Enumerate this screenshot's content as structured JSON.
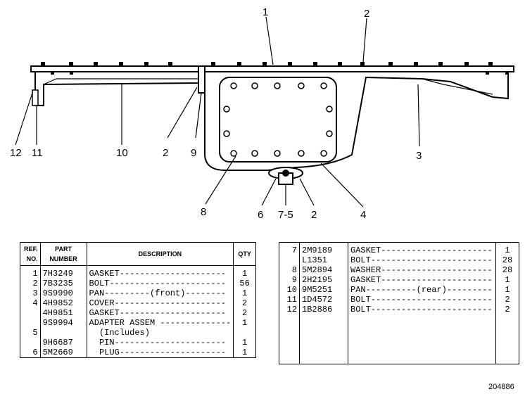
{
  "figure_number": "204886",
  "callouts": {
    "c1": "1",
    "c2a": "2",
    "c3": "3",
    "c2b": "2",
    "c9": "9",
    "c10": "10",
    "c11": "11",
    "c12": "12",
    "c8": "8",
    "c6": "6",
    "c75": "7-5",
    "c2c": "2",
    "c4": "4"
  },
  "left_table": {
    "headers": {
      "ref": "REF. NO.",
      "part": "PART NUMBER",
      "desc": "DESCRIPTION",
      "qty": "QTY"
    },
    "rows": [
      {
        "ref": "1",
        "part": "7H3249",
        "desc": "GASKET---------------------",
        "qty": "1"
      },
      {
        "ref": "2",
        "part": "7B3235",
        "desc": "BOLT-----------------------",
        "qty": "56"
      },
      {
        "ref": "3",
        "part": "9S9990",
        "desc": "PAN---------(front)--------",
        "qty": "1"
      },
      {
        "ref": "4",
        "part": "4H9852",
        "desc": "COVER----------------------",
        "qty": "2"
      },
      {
        "ref": "",
        "part": "4H9851",
        "desc": "GASKET---------------------",
        "qty": "2"
      },
      {
        "ref": "",
        "part": "9S9994",
        "desc": "ADAPTER ASSEM --------------",
        "qty": "1"
      },
      {
        "ref": "5",
        "part": "",
        "desc": "  (Includes)",
        "qty": ""
      },
      {
        "ref": "",
        "part": "9H6687",
        "desc": "  PIN----------------------",
        "qty": "1"
      },
      {
        "ref": "6",
        "part": "5M2669",
        "desc": "  PLUG---------------------",
        "qty": "1"
      }
    ]
  },
  "right_table": {
    "rows": [
      {
        "ref": "7",
        "part": "2M9189",
        "desc": "GASKET----------------------",
        "qty": "1"
      },
      {
        "ref": "",
        "part": "L1351",
        "desc": "BOLT------------------------",
        "qty": "28"
      },
      {
        "ref": "8",
        "part": "5M2894",
        "desc": "WASHER----------------------",
        "qty": "28"
      },
      {
        "ref": "9",
        "part": "2H2195",
        "desc": "GASKET----------------------",
        "qty": "1"
      },
      {
        "ref": "10",
        "part": "9M5251",
        "desc": "PAN----------(rear)---------",
        "qty": "1"
      },
      {
        "ref": "11",
        "part": "1D4572",
        "desc": "BOLT------------------------",
        "qty": "2"
      },
      {
        "ref": "12",
        "part": "1B2886",
        "desc": "BOLT------------------------",
        "qty": "2"
      }
    ]
  }
}
